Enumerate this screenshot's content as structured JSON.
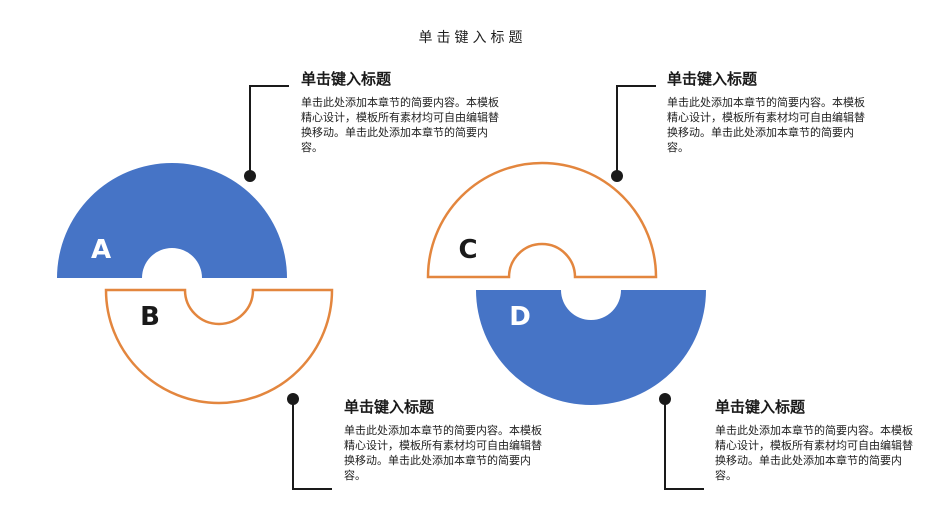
{
  "title": "单击键入标题",
  "colors": {
    "blue": "#4674C6",
    "orange": "#E3863E",
    "line": "#1a1a1a"
  },
  "segments": [
    {
      "letter": "A",
      "style": "filled-blue",
      "color": "#ffffff"
    },
    {
      "letter": "B",
      "style": "outline-orange",
      "color": "#1a1a1a"
    },
    {
      "letter": "C",
      "style": "outline-orange",
      "color": "#1a1a1a"
    },
    {
      "letter": "D",
      "style": "filled-blue",
      "color": "#ffffff"
    }
  ],
  "callouts": [
    {
      "title": "单击键入标题",
      "body": "单击此处添加本章节的简要内容。本模板精心设计，模板所有素材均可自由编辑替换移动。单击此处添加本章节的简要内容。"
    },
    {
      "title": "单击键入标题",
      "body": "单击此处添加本章节的简要内容。本模板精心设计，模板所有素材均可自由编辑替换移动。单击此处添加本章节的简要内容。"
    },
    {
      "title": "单击键入标题",
      "body": "单击此处添加本章节的简要内容。本模板精心设计，模板所有素材均可自由编辑替换移动。单击此处添加本章节的简要内容。"
    },
    {
      "title": "单击键入标题",
      "body": "单击此处添加本章节的简要内容。本模板精心设计，模板所有素材均可自由编辑替换移动。单击此处添加本章节的简要内容。"
    }
  ]
}
